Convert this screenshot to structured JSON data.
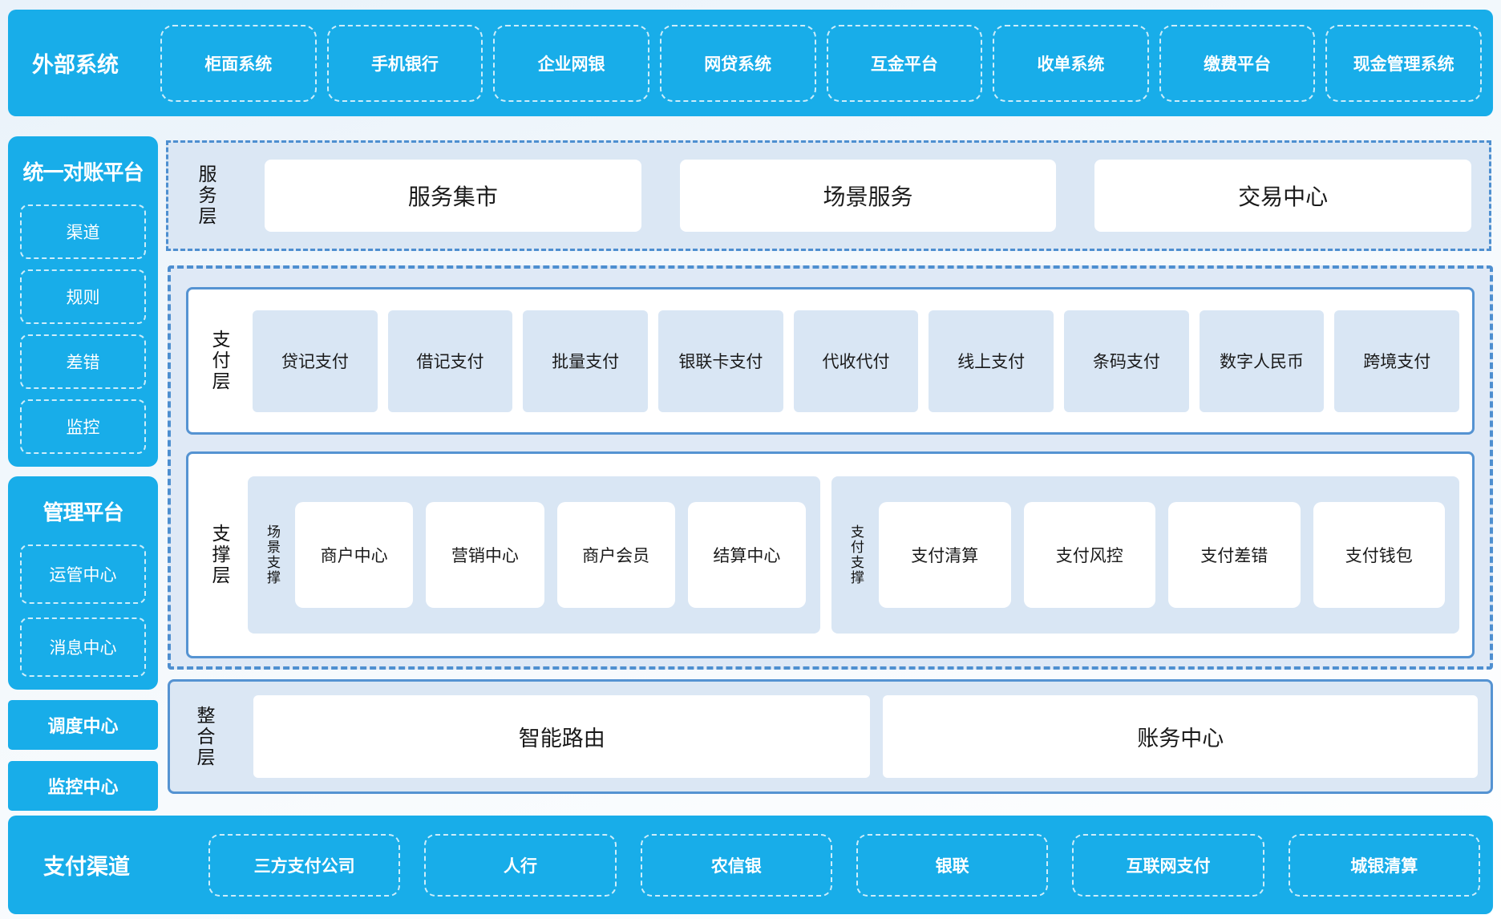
{
  "colors": {
    "cyan": "#18ade9",
    "panel_blue": "#dbe7f4",
    "cell_blue": "#d9e6f4",
    "core_bg": "#dfe9f6",
    "solid_border": "#5593d2",
    "dashed_border": "#4e8fd0"
  },
  "external_systems": {
    "label": "外部系统",
    "items": [
      "柜面系统",
      "手机银行",
      "企业网银",
      "网贷系统",
      "互金平台",
      "收单系统",
      "缴费平台",
      "现金管理系统"
    ]
  },
  "sidebar": {
    "reconciliation": {
      "title": "统一对账平台",
      "items": [
        "渠道",
        "规则",
        "差错",
        "监控"
      ]
    },
    "management": {
      "title": "管理平台",
      "items": [
        "运管中心",
        "消息中心"
      ]
    },
    "scheduling_center": "调度中心",
    "monitoring_center": "监控中心"
  },
  "service_layer": {
    "label": "服务层",
    "items": [
      "服务集市",
      "场景服务",
      "交易中心"
    ]
  },
  "payment_layer": {
    "label": "支付层",
    "items": [
      "贷记支付",
      "借记支付",
      "批量支付",
      "银联卡支付",
      "代收代付",
      "线上支付",
      "条码支付",
      "数字人民币",
      "跨境支付"
    ]
  },
  "support_layer": {
    "label": "支撑层",
    "groups": [
      {
        "label": "场景支撑",
        "items": [
          "商户中心",
          "营销中心",
          "商户会员",
          "结算中心"
        ]
      },
      {
        "label": "支付支撑",
        "items": [
          "支付清算",
          "支付风控",
          "支付差错",
          "支付钱包"
        ]
      }
    ]
  },
  "integration_layer": {
    "label": "整合层",
    "items": [
      "智能路由",
      "账务中心"
    ]
  },
  "payment_channels": {
    "label": "支付渠道",
    "items": [
      "三方支付公司",
      "人行",
      "农信银",
      "银联",
      "互联网支付",
      "城银清算"
    ]
  }
}
